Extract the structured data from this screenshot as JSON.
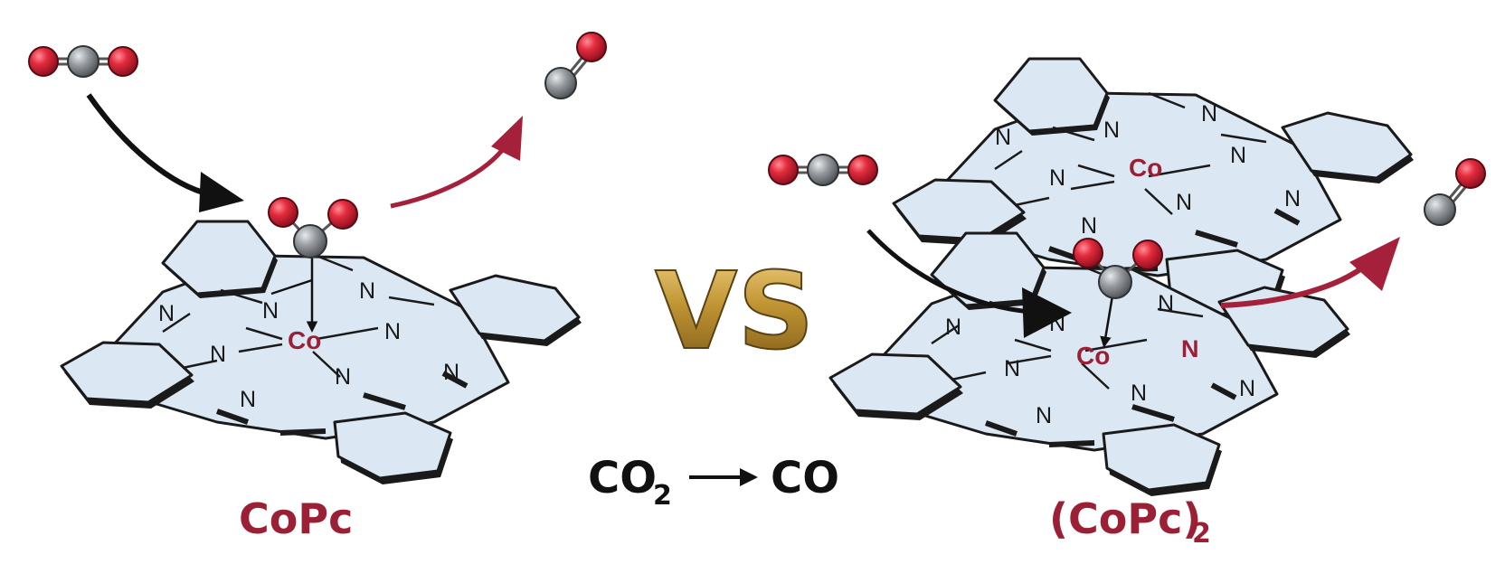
{
  "left": {
    "label": "CoPc",
    "metal": "Co",
    "nitrogen": "N"
  },
  "center": {
    "vs": "VS",
    "reaction": {
      "reactant": "CO",
      "reactant_sub": "2",
      "arrow": "⟶",
      "product": "CO"
    }
  },
  "right": {
    "label_main": "(CoPc)",
    "label_sub": "2",
    "metal_top": "Co",
    "metal_bottom": "Co",
    "nitrogen": "N",
    "highlighted_nitrogen": "N"
  },
  "colors": {
    "oxygen": "#d8283a",
    "carbon": "#8c8f93",
    "ring_fill": "#dbe8f3",
    "arrow_in": "#111111",
    "arrow_out": "#a5203a",
    "label": "#9c2035",
    "gold": "#b58a2c"
  }
}
